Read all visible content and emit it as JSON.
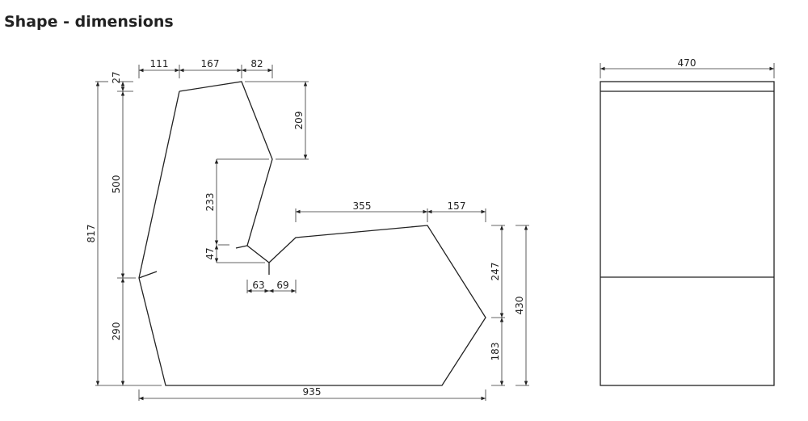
{
  "title": "Shape - dimensions",
  "plan_view": {
    "top_widths": [
      "111",
      "167",
      "82"
    ],
    "left_heights": {
      "total": "817",
      "top_offset": "27",
      "upper": "500",
      "lower": "290"
    },
    "notch_heights": {
      "upper": "209",
      "middle": "233",
      "small": "47"
    },
    "notch_widths": [
      "63",
      "69"
    ],
    "right_widths": [
      "355",
      "157"
    ],
    "right_heights": {
      "upper": "247",
      "lower": "183",
      "total": "430"
    },
    "bottom_width": "935"
  },
  "front_view": {
    "width": "470"
  }
}
